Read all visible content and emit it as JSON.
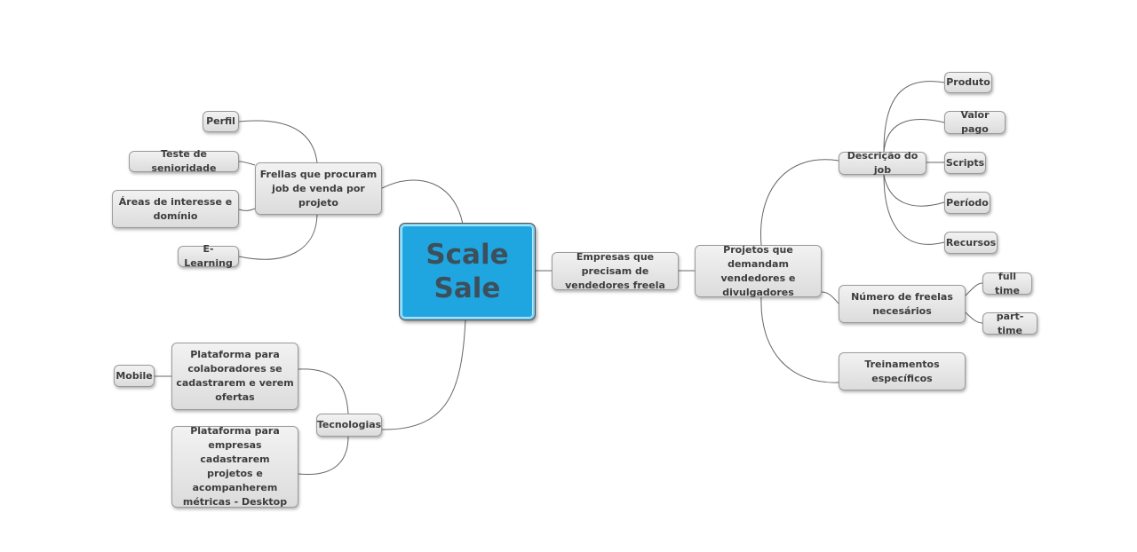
{
  "central": {
    "title": "Scale Sale",
    "fill": "#1fa5e0"
  },
  "nodes": {
    "frellas": "Frellas que procuram job de venda por projeto",
    "perfil": "Perfil",
    "teste": "Teste de senioridade",
    "areas": "Áreas de interesse e domínio",
    "elearning": "E-Learning",
    "tecnologias": "Tecnologias",
    "plat_colab": "Plataforma para colaboradores se cadastrarem e verem ofertas",
    "mobile": "Mobile",
    "plat_emp": "Plataforma para empresas cadastrarem projetos e acompanherem métricas - Desktop",
    "empresas": "Empresas que precisam de vendedores freela",
    "projetos": "Projetos que demandam vendedores e divulgadores",
    "descricao": "Descrição do job",
    "produto": "Produto",
    "valor": "Valor pago",
    "scripts": "Scripts",
    "periodo": "Período",
    "recursos": "Recursos",
    "numero": "Número de freelas necesários",
    "fulltime": "full time",
    "parttime": "part-time",
    "treinamentos": "Treinamentos específicos"
  },
  "colors": {
    "node_fill": "#e6e6e6",
    "node_border": "#9a9a9a",
    "line": "#666666",
    "text": "#3c3c3c"
  }
}
